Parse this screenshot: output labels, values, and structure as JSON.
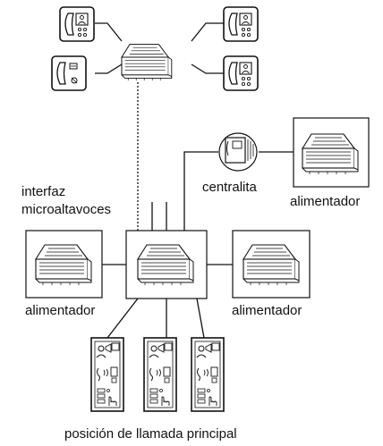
{
  "labels": {
    "interfaz_line1": "interfaz",
    "interfaz_line2": "microaltavoces",
    "centralita": "centralita",
    "alimentador_right_top": "alimentador",
    "alimentador_left": "alimentador",
    "alimentador_right": "alimentador",
    "posicion": "posición de llamada principal"
  },
  "colors": {
    "line": "#111111",
    "background": "#ffffff"
  },
  "icons": [
    "handset-video-icon",
    "handset-audio-icon",
    "din-module-icon",
    "call-panel-icon"
  ]
}
